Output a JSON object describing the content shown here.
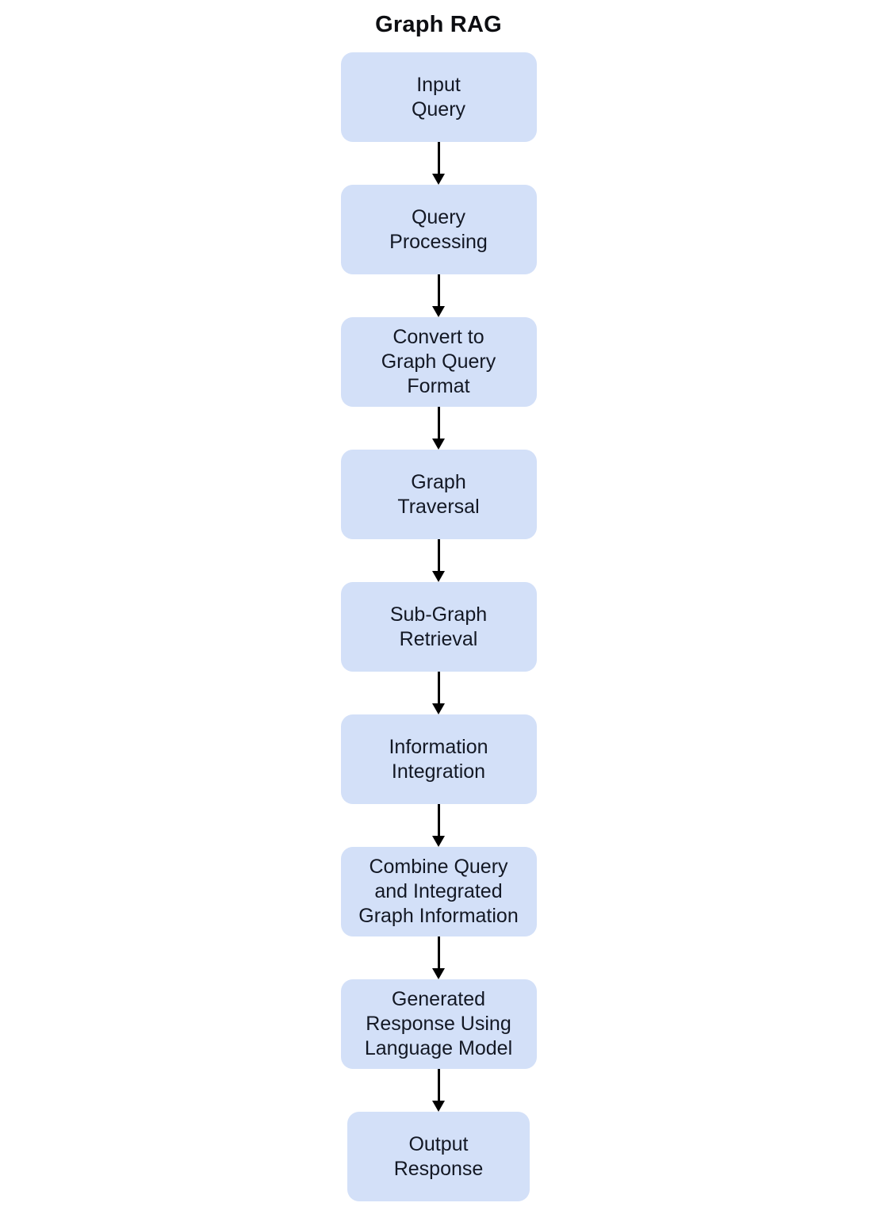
{
  "title": "Graph RAG",
  "diagram": {
    "type": "flowchart",
    "direction": "top-to-bottom",
    "colors": {
      "background": "#ffffff",
      "node_fill": "#d3e0f8",
      "node_text": "#131824",
      "title_text": "#0d0e12",
      "arrow": "#000000"
    },
    "nodes": [
      {
        "label": "Input\nQuery"
      },
      {
        "label": "Query\nProcessing"
      },
      {
        "label": "Convert to\nGraph Query\nFormat"
      },
      {
        "label": "Graph\nTraversal"
      },
      {
        "label": "Sub-Graph\nRetrieval"
      },
      {
        "label": "Information\nIntegration"
      },
      {
        "label": "Combine Query\nand Integrated\nGraph Information"
      },
      {
        "label": "Generated\nResponse Using\nLanguage Model"
      },
      {
        "label": "Output\nResponse"
      }
    ],
    "edges": [
      {
        "from": "Input Query",
        "to": "Query Processing"
      },
      {
        "from": "Query Processing",
        "to": "Convert to Graph Query Format"
      },
      {
        "from": "Convert to Graph Query Format",
        "to": "Graph Traversal"
      },
      {
        "from": "Graph Traversal",
        "to": "Sub-Graph Retrieval"
      },
      {
        "from": "Sub-Graph Retrieval",
        "to": "Information Integration"
      },
      {
        "from": "Information Integration",
        "to": "Combine Query and Integrated Graph Information"
      },
      {
        "from": "Combine Query and Integrated Graph Information",
        "to": "Generated Response Using Language Model"
      },
      {
        "from": "Generated Response Using Language Model",
        "to": "Output Response"
      }
    ]
  }
}
